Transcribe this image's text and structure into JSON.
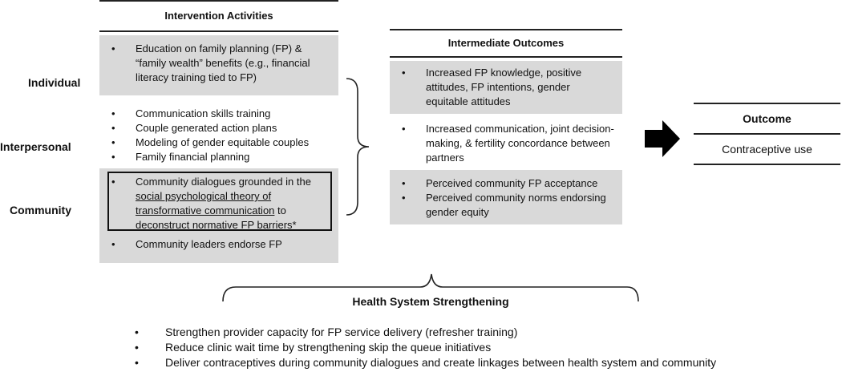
{
  "levels": [
    "Individual",
    "Interpersonal",
    "Community"
  ],
  "intervention": {
    "title": "Intervention Activities",
    "individual": [
      "Education on family planning (FP) & “family wealth” benefits (e.g., financial literacy training tied to FP)"
    ],
    "interpersonal": [
      "Communication skills training",
      "Couple generated action plans",
      "Modeling of gender equitable couples",
      "Family financial planning"
    ],
    "community_highlight": {
      "prefix": "Community dialogues grounded in the ",
      "theory": "social psychological theory of transformative communication",
      "suffix": " to deconstruct normative FP barriers*"
    },
    "community_other": [
      "Community leaders endorse FP"
    ]
  },
  "intermediate": {
    "title": "Intermediate Outcomes",
    "individual": [
      "Increased FP knowledge, positive attitudes, FP intentions, gender equitable attitudes"
    ],
    "interpersonal": [
      "Increased communication, joint decision-making, & fertility concordance between partners"
    ],
    "community": [
      "Perceived community FP acceptance",
      "Perceived community norms endorsing gender equity"
    ]
  },
  "outcome": {
    "title": "Outcome",
    "value": "Contraceptive use"
  },
  "health_system": {
    "title": "Health System Strengthening",
    "items": [
      "Strengthen provider capacity for FP service delivery (refresher training)",
      "Reduce clinic wait time by strengthening skip the queue initiatives",
      "Deliver contraceptives during community dialogues and create linkages between health system and community"
    ]
  },
  "colors": {
    "shade": "#d9d9d9",
    "line": "#222222"
  }
}
